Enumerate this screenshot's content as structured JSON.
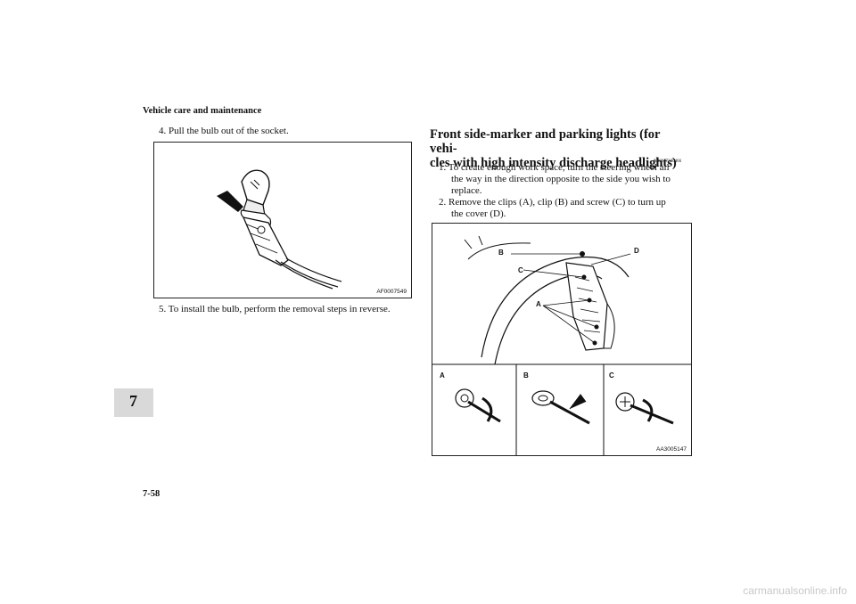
{
  "header": {
    "section_title": "Vehicle care and maintenance"
  },
  "chapter_tab": {
    "number": "7"
  },
  "page_number": "7-58",
  "left_column": {
    "step4": "4. Pull the bulb out of the socket.",
    "figure1_code": "AF0007549",
    "step5": "5. To install the bulb, perform the removal steps in reverse."
  },
  "right_column": {
    "heading_line1": "Front side-marker and parking lights (for vehi-",
    "heading_line2": "cles with high intensity discharge headlights)",
    "doc_code": "N00917300466",
    "step1_line1": "1. To create enough work space, turn the steering wheel all",
    "step1_line2": "the way in the direction opposite to the side you wish to",
    "step1_line3": "replace.",
    "step2_line1": "2. Remove the clips (A), clip (B) and screw (C) to turn up",
    "step2_line2": "the cover (D).",
    "figure2": {
      "labels": {
        "a": "A",
        "b": "B",
        "c": "C",
        "d": "D"
      },
      "panels": [
        "A",
        "B",
        "C"
      ],
      "code": "AA3005147"
    }
  },
  "watermark": "carmanualsonline.info"
}
